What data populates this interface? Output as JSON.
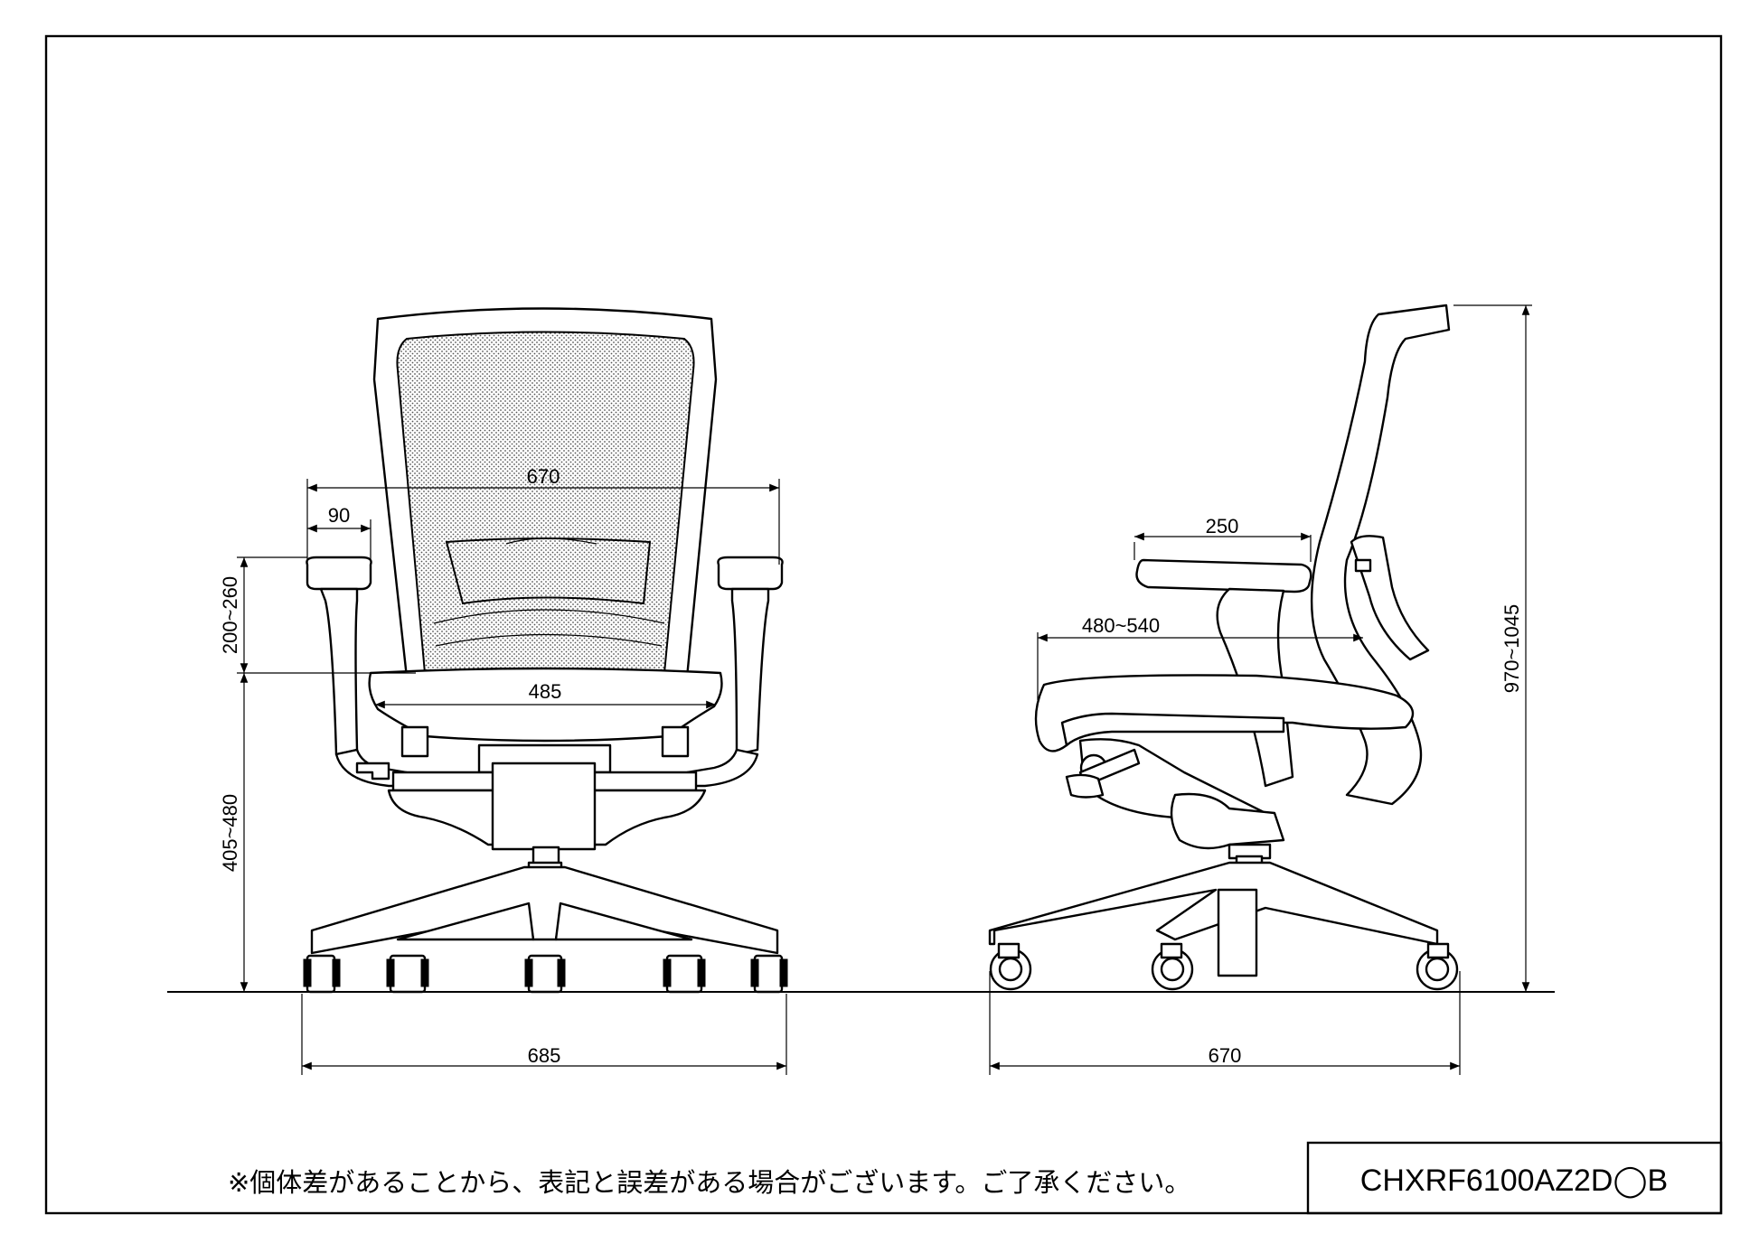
{
  "dimensions": {
    "front_overall_width": "670",
    "front_armrest_width": "90",
    "front_armrest_height": "200~260",
    "front_seat_width": "485",
    "front_seat_height": "405~480",
    "front_base_width": "685",
    "side_armrest_depth": "250",
    "side_seat_depth": "480~540",
    "side_overall_height": "970~1045",
    "side_overall_depth": "670"
  },
  "footer": {
    "disclaimer": "※個体差があることから、表記と誤差がある場合がございます。ご了承ください。",
    "model_code": "CHXRF6100AZ2D◯B"
  }
}
